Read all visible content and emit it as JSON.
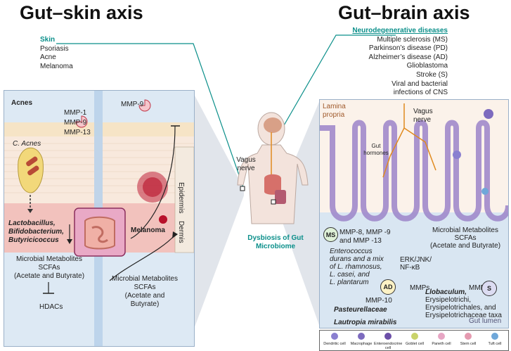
{
  "left_title": "Gut–skin axis",
  "right_title": "Gut–brain axis",
  "skin": {
    "heading": "Skin",
    "items": [
      "Psoriasis",
      "Acne",
      "Melanoma"
    ]
  },
  "neuro": {
    "heading": "Neurodegenerative diseases",
    "items": [
      "Multiple sclerosis (MS)",
      "Parkinson’s disease (PD)",
      "Alzheimer’s disease (AD)",
      "Glioblastoma",
      "Stroke (S)",
      "Viral and bacterial",
      "infections of CNS"
    ]
  },
  "gut_skin": {
    "acnes": "Acnes",
    "mmps": [
      "MMP-1",
      "MMP-9",
      "MMP-13"
    ],
    "c_acnes": "C. Acnes",
    "mmp9": "MMP-9",
    "epidermis": "Epidermis",
    "dermis": "Dermis",
    "melanoma": "Melanoma",
    "bacteria": [
      "Lactobacillus,",
      "Bifidobacterium,",
      "Butyricicoccus"
    ],
    "metabolites_left": [
      "Microbial Metabolites",
      "SCFAs",
      "(Acetate and Butyrate)"
    ],
    "hdacs": "HDACs",
    "metabolites_mid": [
      "Microbial Metabolites",
      "SCFAs",
      "(Acetate and",
      "Butyrate)"
    ]
  },
  "center": {
    "vagus": [
      "Vagus",
      "nerve"
    ],
    "dysbiosis": [
      "Dysbiosis of Gut",
      "Microbiome"
    ]
  },
  "gut_brain": {
    "lamina": [
      "Lamina",
      "propria"
    ],
    "vagus": [
      "Vagus",
      "nerve"
    ],
    "gut_hormones": [
      "Gut",
      "hormones"
    ],
    "ms": "MS",
    "ms_mmps": [
      "MMP-8, MMP -9",
      "and MMP -13"
    ],
    "metabolites": [
      "Microbial Metabolites",
      "SCFAs",
      "(Acetate and Butyrate)"
    ],
    "enterococcus": [
      "Enterococcus",
      "durans and a mix",
      "of L. rhamnosus,",
      "L. casei, and",
      "L. plantarum"
    ],
    "erk": [
      "ERK/JNK/",
      "NF-κB"
    ],
    "mmps": "MMPs",
    "mmp9": "MMP-9",
    "ad": "AD",
    "mmp10": "MMP-10",
    "s": "S",
    "s_taxa": [
      "Llobaculum,",
      "Erysipelotrichi,",
      "Erysipelotrichales, and",
      "Erysipelotrichaceae taxa"
    ],
    "pasteurellaceae": "Pasteurellaceae",
    "lautropia": "Lautropia mirabilis",
    "gut_lumen": "Gut lumen"
  },
  "legend": [
    {
      "label": "Dendritic cell",
      "color": "#8a7fd0"
    },
    {
      "label": "Macrophage",
      "color": "#7d6bbf"
    },
    {
      "label": "Enteroendocrine cell",
      "color": "#6c4fa8"
    },
    {
      "label": "Goblet cell",
      "color": "#c9d36a"
    },
    {
      "label": "Paneth cell",
      "color": "#e7a6c4"
    },
    {
      "label": "Stem cell",
      "color": "#e59ab0"
    },
    {
      "label": "Tuft cell",
      "color": "#6fa7d9"
    }
  ]
}
